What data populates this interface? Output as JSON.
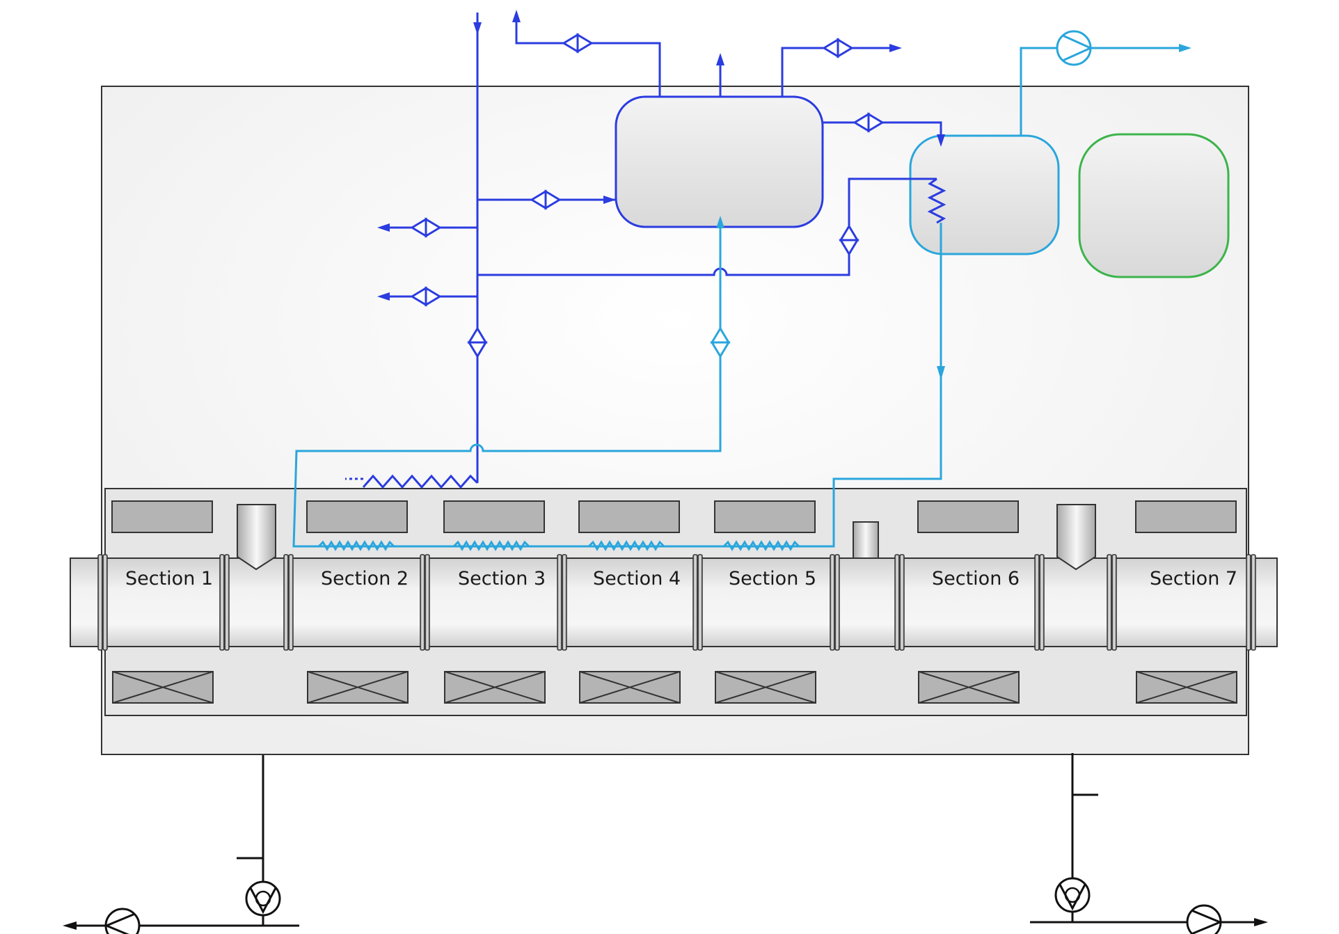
{
  "colors": {
    "dark_line": "#2b3ce0",
    "light_line": "#2aa6dc",
    "green_tank": "#3cb44b",
    "black_line": "#111111",
    "panel_fill": "#f4f4f4",
    "chamber_fill": "#e6e6e6",
    "block_fill": "#b4b4b4"
  },
  "sections": [
    {
      "label": "Section 1"
    },
    {
      "label": "Section 2"
    },
    {
      "label": "Section 3"
    },
    {
      "label": "Section 4"
    },
    {
      "label": "Section 5"
    },
    {
      "label": "Section 6"
    },
    {
      "label": "Section 7"
    }
  ],
  "icons": {
    "valve": "valve-icon",
    "pump": "pump-icon",
    "arrow": "arrow-icon",
    "heating_coil": "heating-coil-icon"
  }
}
